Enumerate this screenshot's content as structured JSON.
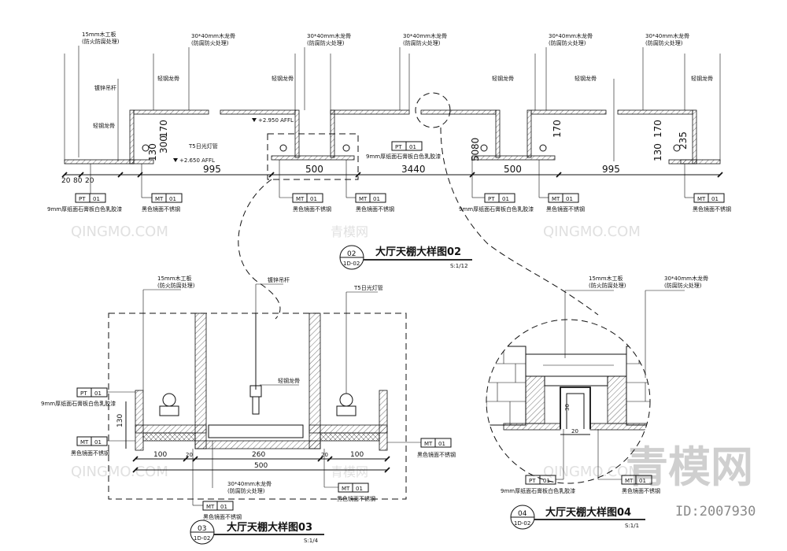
{
  "detail02": {
    "callouts": {
      "wood_board": "15mm木工板",
      "wood_board_note": "(防火防腐处理)",
      "keel_30x40": "30*40mm木龙骨",
      "keel_note": "(防腐防火处理)",
      "galv_rod": "镀锌吊杆",
      "light_keel": "轻钢龙骨",
      "t5_tube": "T5日光灯管",
      "elev_1": "+2.950 AFFL",
      "elev_2": "+2.650 AFFL"
    },
    "dims": {
      "d170": "170",
      "d300": "300",
      "d130": "130",
      "d235": "235",
      "d20": "20",
      "d80": "80",
      "d50": "50",
      "d995": "995",
      "d500": "500",
      "d3440": "3440"
    },
    "tags": {
      "pt": "PT",
      "mt": "MT",
      "num": "01",
      "pt_desc": "9mm厚纸面石膏板白色乳胶漆",
      "mt_desc": "黑色镜面不锈钢"
    },
    "title": "大厅天棚大样图02",
    "ref_num": "02",
    "ref_sheet": "1D-02",
    "scale": "S:1/12"
  },
  "detail03": {
    "title": "大厅天棚大样图03",
    "ref_num": "03",
    "ref_sheet": "1D-02",
    "scale": "S:1/4",
    "dims": {
      "d130": "130",
      "d100": "100",
      "d20": "20",
      "d260": "260",
      "d500": "500"
    }
  },
  "detail04": {
    "title": "大厅天棚大样图04",
    "ref_num": "04",
    "ref_sheet": "1D-02",
    "scale": "S:1/1",
    "dims": {
      "d20": "20",
      "d30": "30"
    }
  },
  "watermark": {
    "brand": "青模网",
    "latin": "QINGMO.COM",
    "id": "ID:2007930"
  }
}
